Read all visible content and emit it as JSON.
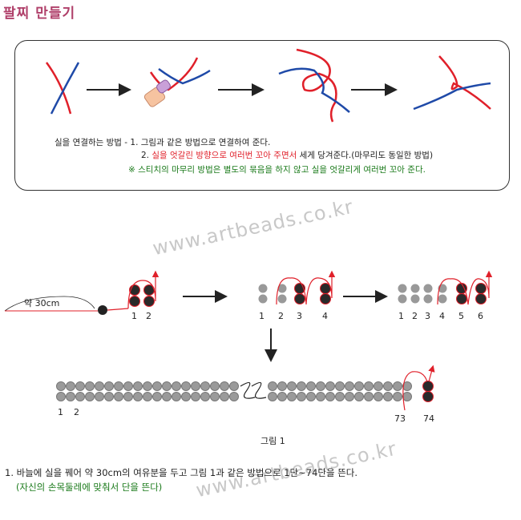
{
  "title": "팔찌 만들기",
  "box": {
    "line1": "실을 연결하는 방법 - 1. 그림과 같은 방법으로 연결하여 준다.",
    "line2_prefix": "2. ",
    "line2_red": "실을 엇갈린 방향으로 여러번 꼬아 주면서",
    "line2_suffix": " 세게 당겨준다.(마무리도 동일한 방법)",
    "line3": "※ 스티치의 마무리 방법은 별도의 묶음을 하지 않고 실을 엇갈리게 여러번 꼬아 준다."
  },
  "watermark": "www.artbeads.co.kr",
  "diagram": {
    "length_label": "약 30cm",
    "step1_numbers": [
      "1",
      "2"
    ],
    "step2_numbers": [
      "1",
      "2",
      "3",
      "4"
    ],
    "step3_numbers": [
      "1",
      "2",
      "3",
      "4",
      "5",
      "6"
    ],
    "final_numbers_left": [
      "1",
      "2"
    ],
    "final_numbers_right": [
      "73",
      "74"
    ],
    "caption": "그림 1"
  },
  "footer": {
    "line1": "1. 바늘에 실을 꿰어 약 30cm의 여유분을 두고 그림 1과 같은 방법으로 1단~74단을 뜬다.",
    "line2": "(자신의 손목둘레에 맞춰서 단을 뜬다)"
  },
  "colors": {
    "title": "#b0406a",
    "red_thread": "#e0202a",
    "blue_thread": "#1f4aa8",
    "note_green": "#1a7a1a"
  }
}
